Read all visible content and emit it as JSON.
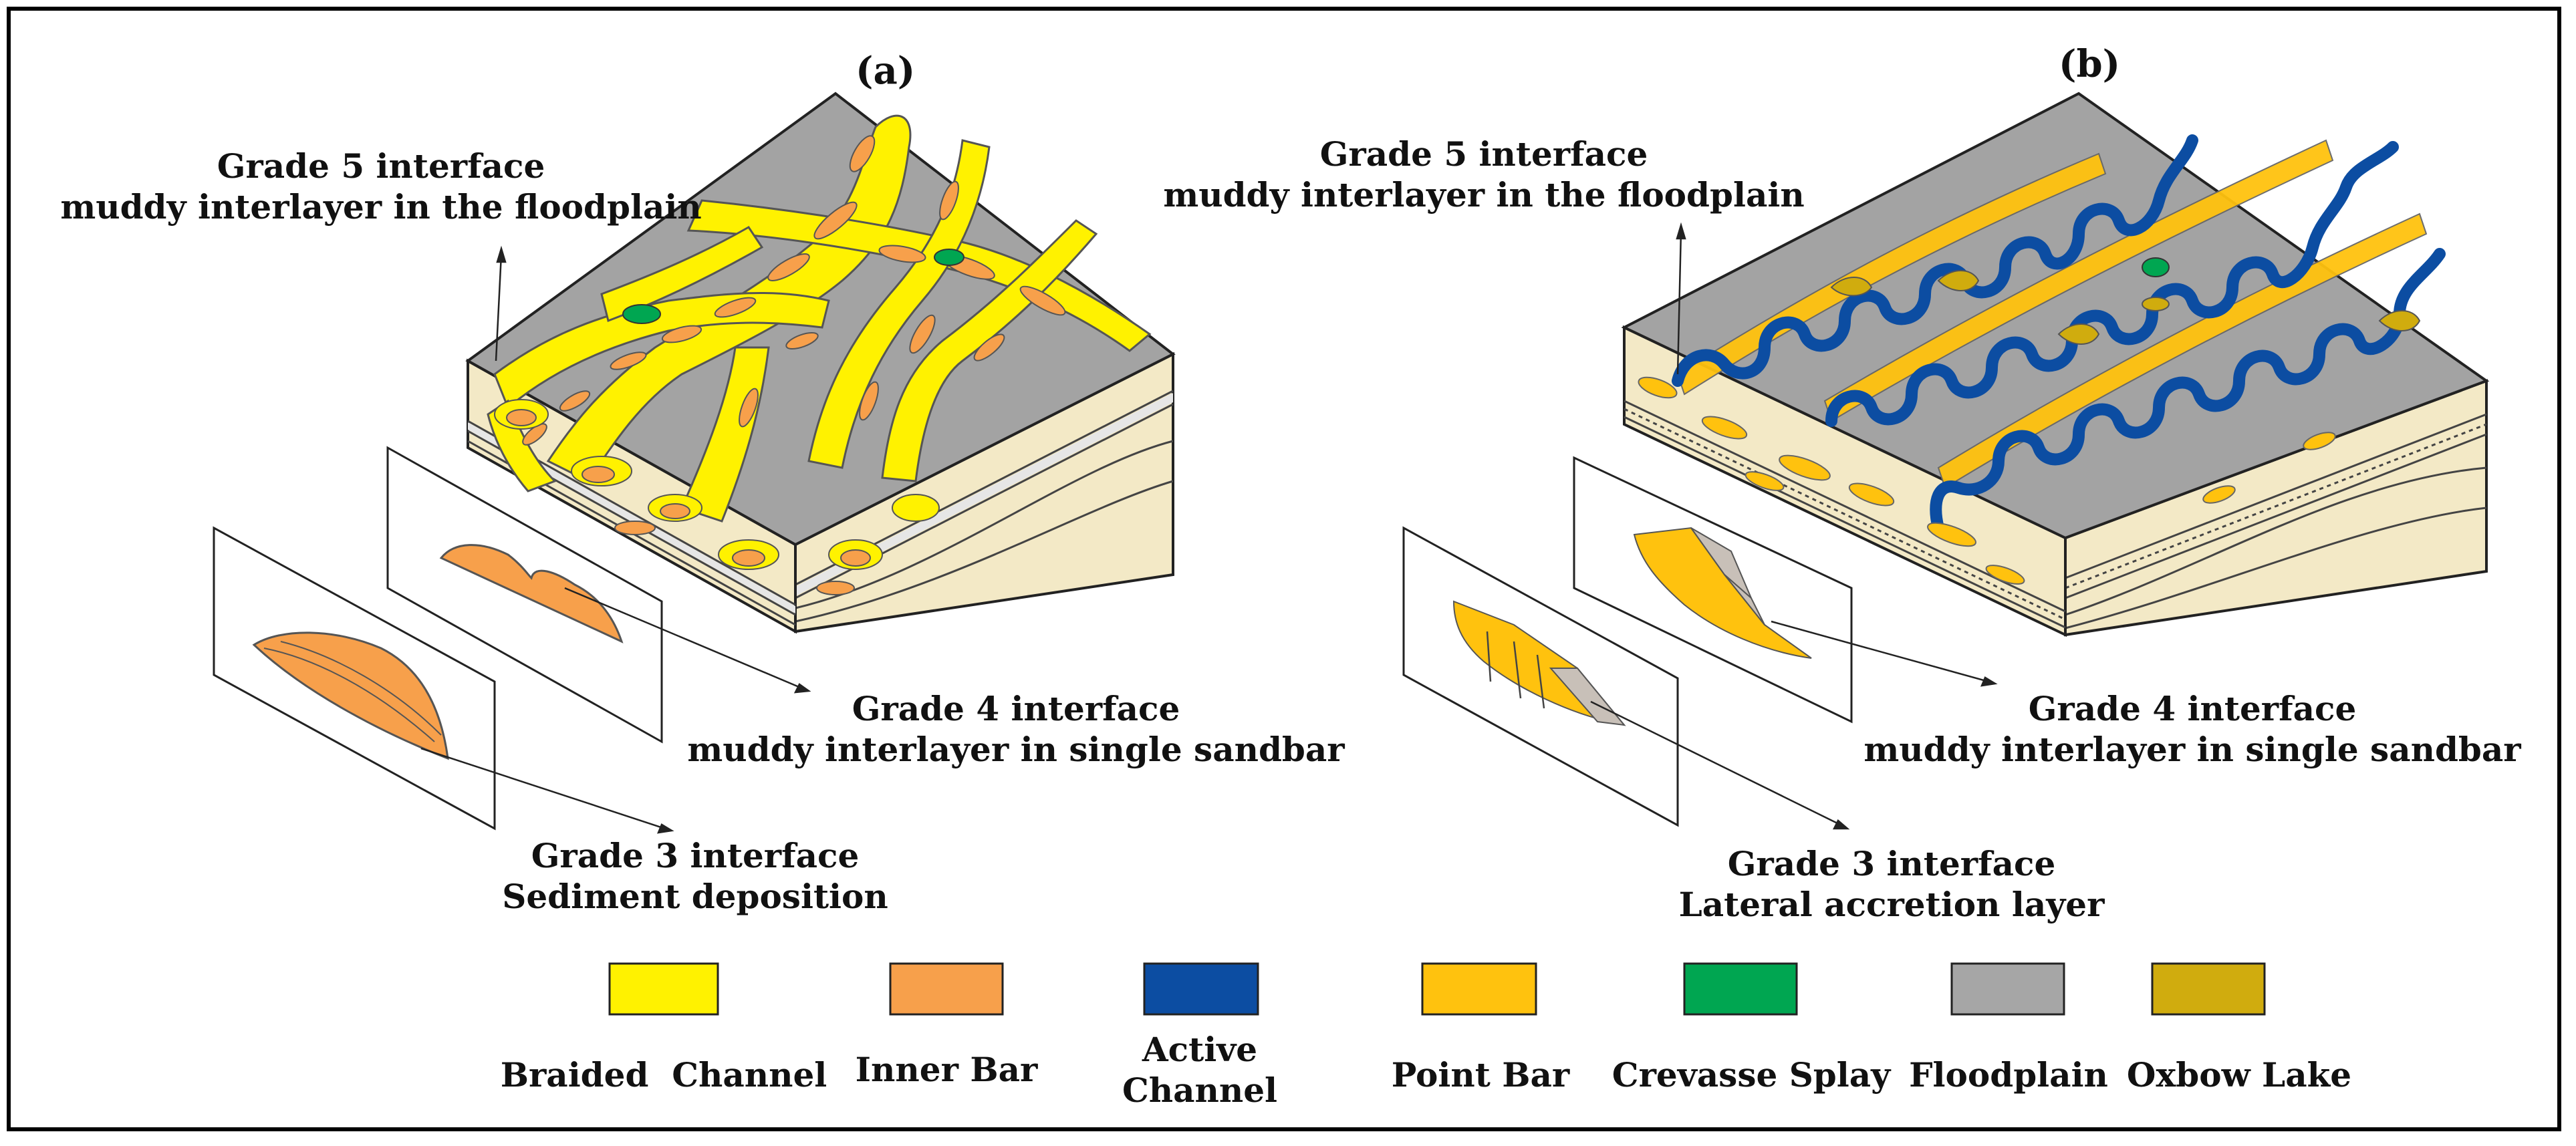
{
  "panel_a": {
    "title": "(a)",
    "grade5": {
      "line1": "Grade 5 interface",
      "line2": "muddy interlayer in the floodplain"
    },
    "grade4": {
      "line1": "Grade 4 interface",
      "line2": "muddy interlayer in single sandbar"
    },
    "grade3": {
      "line1": "Grade 3 interface",
      "line2": "Sediment deposition"
    }
  },
  "panel_b": {
    "title": "(b)",
    "grade5": {
      "line1": "Grade 5 interface",
      "line2": "muddy interlayer in the floodplain"
    },
    "grade4": {
      "line1": "Grade 4 interface",
      "line2": "muddy interlayer in single sandbar"
    },
    "grade3": {
      "line1": "Grade 3 interface",
      "line2": "Lateral accretion layer"
    }
  },
  "legend": [
    {
      "label": "Braided  Channel",
      "color": "#FFF200",
      "icon": "braided-channel-swatch"
    },
    {
      "label": "Inner Bar",
      "color": "#F7A04B",
      "icon": "inner-bar-swatch"
    },
    {
      "label": "Active\nChannel",
      "color": "#0C4DA2",
      "icon": "active-channel-swatch"
    },
    {
      "label": "Point Bar",
      "color": "#FFC20E",
      "icon": "point-bar-swatch"
    },
    {
      "label": "Crevasse Splay",
      "color": "#00A651",
      "icon": "crevasse-splay-swatch"
    },
    {
      "label": "Floodplain",
      "color": "#A6A6A6",
      "icon": "floodplain-swatch"
    },
    {
      "label": "Oxbow Lake",
      "color": "#D0AC0E",
      "icon": "oxbow-lake-swatch"
    }
  ]
}
